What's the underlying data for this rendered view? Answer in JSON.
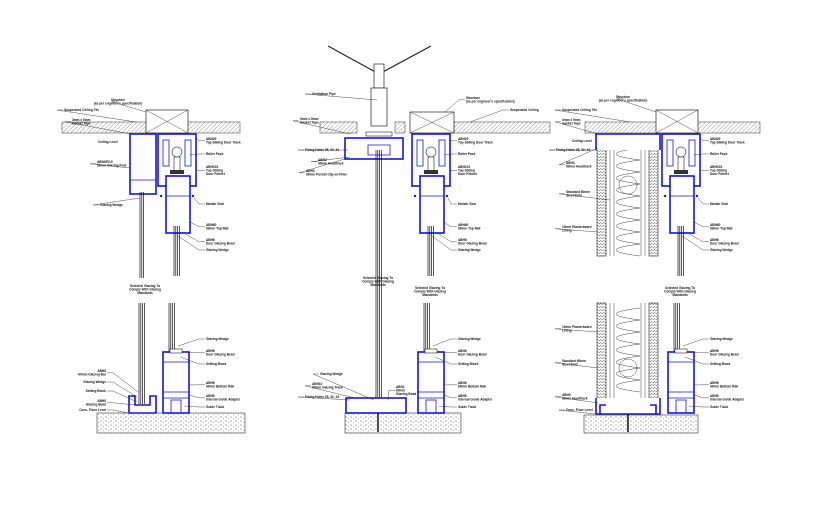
{
  "colors": {
    "profile": "#1414e6",
    "lines": "#222222",
    "background": "#ffffff"
  },
  "details": [
    {
      "id": "glazed-screen",
      "head_labels": [
        "Structure\n(as per engineer's specification)",
        "Suspended Ceiling Tile",
        "3mm x 5mm\nGasket Tape",
        "Ceiling Level",
        "ABNSP/10\n60mm Glazing Post",
        "Glazing Wedge",
        "ABH20\nTop Sliding Door Track",
        "Roller Pack",
        "ABH103\nTop Sliding\nDoor Pelmet",
        "Mohair Seal",
        "ABH60\n60mm Top Rail",
        "ABH6\nDoor Glazing Bead",
        "Glazing Wedge"
      ],
      "base_labels": [
        "Selected Glazing To\nComply With Glazing\nStandards",
        "Glazing Wedge",
        "ABH6\nDoor Glazing Bead",
        "Setting Block",
        "ABH6\n60mm Bottom Rail",
        "ABH5\nInternal Guide Adapter",
        "Guide Track",
        "ABH8\n60mm Glazing Bar",
        "Glazing Wedge",
        "Setting Block",
        "ABH8\nGlazing Bead",
        "Conc. Floor Level"
      ]
    },
    {
      "id": "frameless-screen",
      "head_labels": [
        "Ventilation Pipe",
        "Structure\n(as per engineer's specification)",
        "Suspended Ceiling",
        "3mm x 5mm\nGasket Tape",
        "Fixing Holes 25, 32, 34",
        "ABH2\n60mm Headtrack",
        "ABH3\n60mm Pocket Clip-on Filler",
        "ABH20\nTop Sliding Door Track",
        "Roller Pack",
        "ABH103\nTop Sliding\nDoor Pelmet",
        "Mohair Seal",
        "ABH60\n60mm Top Rail",
        "ABH6\nDoor Glazing Bead",
        "Glazing Wedge"
      ],
      "base_labels": [
        "Selected Glazing To\nComply With Glazing\nStandards",
        "Selected Glazing To\nComply With Glazing\nStandards",
        "Glazing Wedge",
        "ABH10\n60mm Glazing Track",
        "Fixing Holes 25, 32, 34",
        "ABH1\n60mm\nGlazing Bead",
        "Glazing Wedge",
        "ABH6\nDoor Glazing Bead",
        "Setting Block",
        "ABH6\n60mm Bottom Rail",
        "ABH5\nInternal Guide Adapter",
        "Guide Track"
      ]
    },
    {
      "id": "stud-wall",
      "head_labels": [
        "Structure\n(as per engineer's specification)",
        "Suspended Ceiling Tile",
        "3mm x 5mm\nGasket Tape",
        "Ceiling Level",
        "Fixing Holes 25, 32, 34",
        "ABH3\n60mm Headtrack",
        "Standard 60mm\nSteel Stud",
        "10mm Plasterboard\nLining",
        "ABH20\nTop Sliding Door Track",
        "Roller Pack",
        "ABH103\nTop Sliding\nDoor Pelmet",
        "Mohair Seal",
        "ABH60\n60mm Top Rail",
        "ABH6\nDoor Glazing Bead",
        "Glazing Wedge"
      ],
      "base_labels": [
        "Selected Glazing To\nComply With Glazing\nStandards",
        "10mm Plasterboard\nLining",
        "Standard 60mm\nSteel Stud",
        "ABH3\n60mm Headtrack",
        "Conc. Floor Level",
        "Glazing Wedge",
        "ABH6\nDoor Glazing Bead",
        "Setting Block",
        "ABH6\n60mm Bottom Rail",
        "ABH5\nInternal Guide Adapter",
        "Guide Track"
      ]
    }
  ]
}
